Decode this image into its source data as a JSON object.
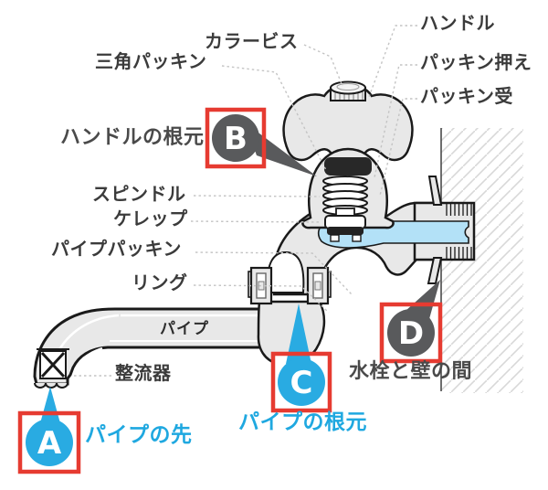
{
  "colors": {
    "marker_frame_red": "#e63b31",
    "marker_cyan": "#29abe2",
    "marker_gray": "#595a5c",
    "water_blue": "#b3e1f7",
    "metal_gray": "#e8e8e8",
    "outline": "#1a1a1a"
  },
  "labels": {
    "color_screw": "カラービス",
    "triangle_packing": "三角パッキン",
    "handle": "ハンドル",
    "packing_retainer": "パッキン押え",
    "packing_receiver": "パッキン受",
    "handle_base": "ハンドルの根元",
    "spindle": "スピンドル",
    "kerep_valve": "ケレップ",
    "pipe_packing": "パイプパッキン",
    "ring": "リング",
    "pipe": "パイプ",
    "aerator": "整流器",
    "pipe_tip": "パイプの先",
    "pipe_base": "パイプの根元",
    "faucet_wall_gap": "水栓と壁の間"
  },
  "markers": {
    "a": {
      "letter": "A",
      "label": "パイプの先"
    },
    "b": {
      "letter": "B",
      "label": "ハンドルの根元"
    },
    "c": {
      "letter": "C",
      "label": "パイプの根元"
    },
    "d": {
      "letter": "D",
      "label": "水栓と壁の間"
    }
  }
}
